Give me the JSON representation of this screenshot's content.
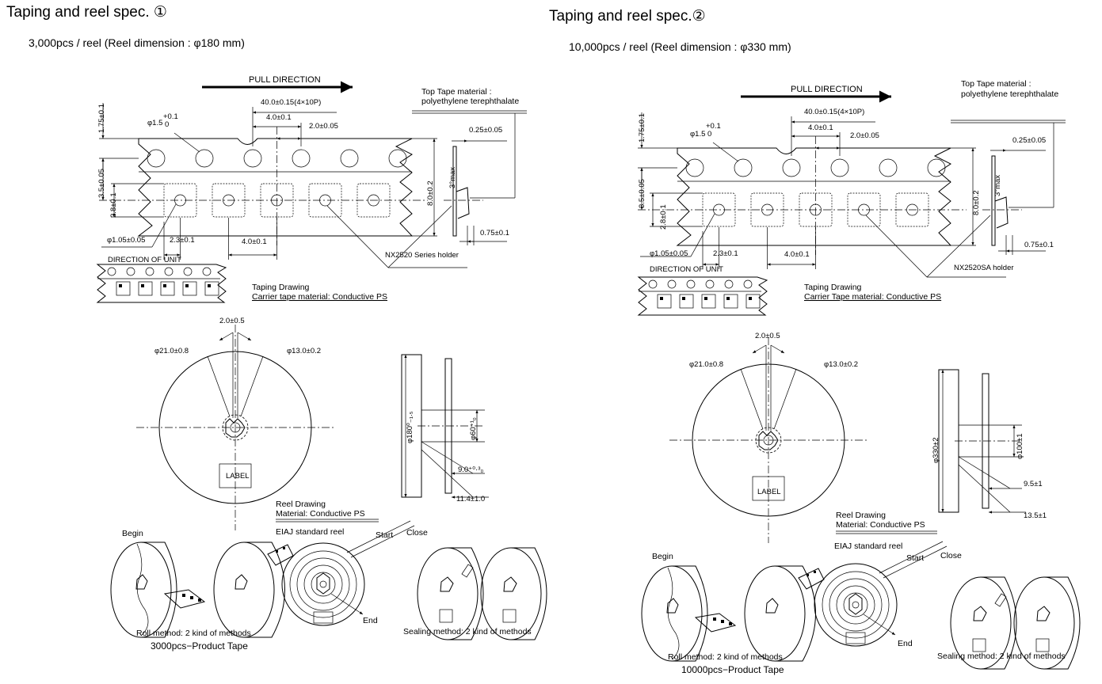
{
  "panels": [
    {
      "title": "Taping and reel spec. ①",
      "subtitle": "3,000pcs / reel (Reel dimension : φ180 mm)",
      "pull_direction": "PULL DIRECTION",
      "pitch_10p": "40.0±0.15(4×10P)",
      "pitch_hole": "4.0±0.1",
      "hole_offset": "2.0±0.05",
      "edge_margin": "1.75±0.1",
      "hole_dia_label": "φ1.5",
      "hole_dia_tol_top": "+0.1",
      "hole_dia_tol_bot": "0",
      "row_offset": "3.5±0.05",
      "pocket_height": "2.8±0.1",
      "tape_width": "8.0±0.2",
      "tape_thickness": "0.25±0.05",
      "tilt": "3°max",
      "pocket_depth": "0.75±0.1",
      "pocket_hole": "φ1.05±0.05",
      "pocket_width": "2.3±0.1",
      "pocket_pitch": "4.0±0.1",
      "top_tape_label": "Top Tape material :",
      "top_tape_material": "polyethylene terephthalate",
      "holder": "NX2520 Series holder",
      "direction_of_unit": "DIRECTION OF UNIT",
      "taping_drawing": "Taping Drawing",
      "carrier_material": "Carrier tape material: Conductive PS",
      "hub_slot": "2.0±0.5",
      "hub_outer": "φ21.0±0.8",
      "hub_inner": "φ13.0±0.2",
      "reel_dia": "φ180⁰₋₁.₅",
      "hub_dia": "φ60⁺¹₀",
      "reel_inner_w": "9.0⁺⁰·³₀",
      "reel_outer_w": "11.4±1.0",
      "label": "LABEL",
      "reel_drawing": "Reel Drawing",
      "reel_material": "Material: Conductive PS",
      "eiaj": "EIAJ standard reel",
      "begin": "Begin",
      "close": "Close",
      "start": "Start",
      "end": "End",
      "roll_method": "Roll method: 2 kind of methods",
      "sealing_method": "Sealing method: 2 kind of methods",
      "product_tape": "3000pcs−Product Tape"
    },
    {
      "title": "Taping and reel spec.②",
      "subtitle": "10,000pcs / reel (Reel dimension : φ330 mm)",
      "pull_direction": "PULL DIRECTION",
      "pitch_10p": "40.0±0.15(4×10P)",
      "pitch_hole": "4.0±0.1",
      "hole_offset": "2.0±0.05",
      "edge_margin": "1.75±0.1",
      "hole_dia_label": "φ1.5",
      "hole_dia_tol_top": "+0.1",
      "hole_dia_tol_bot": "0",
      "row_offset": "3.5±0.05",
      "pocket_height": "2.8±0.1",
      "tape_width": "8.0±0.2",
      "tape_thickness": "0.25±0.05",
      "tilt": "3°max",
      "pocket_depth": "0.75±0.1",
      "pocket_hole": "φ1.05±0.05",
      "pocket_width": "2.3±0.1",
      "pocket_pitch": "4.0±0.1",
      "top_tape_label": "Top Tape material :",
      "top_tape_material": "polyethylene terephthalate",
      "holder": "NX2520SA holder",
      "direction_of_unit": "DIRECTION OF UNIT",
      "taping_drawing": "Taping Drawing",
      "carrier_material": "Carrier Tape material: Conductive PS",
      "hub_slot": "2.0±0.5",
      "hub_outer": "φ21.0±0.8",
      "hub_inner": "φ13.0±0.2",
      "reel_dia": "φ330±2",
      "hub_dia": "φ100±1",
      "reel_inner_w": "9.5±1",
      "reel_outer_w": "13.5±1",
      "label": "LABEL",
      "reel_drawing": "Reel Drawing",
      "reel_material": "Material: Conductive PS",
      "eiaj": "EIAJ standard reel",
      "begin": "Begin",
      "close": "Close",
      "start": "Start",
      "end": "End",
      "roll_method": "Roll method: 2 kind of methods",
      "sealing_method": "Sealing method: 2 kind of methods",
      "product_tape": "10000pcs−Product Tape"
    }
  ]
}
